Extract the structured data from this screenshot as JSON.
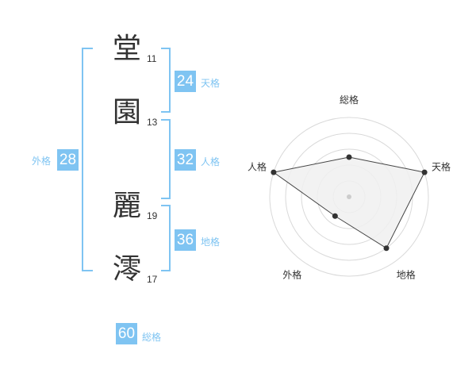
{
  "name": {
    "chars": [
      {
        "char": "堂",
        "strokes": "11"
      },
      {
        "char": "園",
        "strokes": "13"
      },
      {
        "char": "麗",
        "strokes": "19"
      },
      {
        "char": "澪",
        "strokes": "17"
      }
    ]
  },
  "fortune": {
    "tenkaku": {
      "value": "24",
      "label": "天格"
    },
    "jinkaku": {
      "value": "32",
      "label": "人格"
    },
    "chikaku": {
      "value": "36",
      "label": "地格"
    },
    "gaikaku": {
      "value": "28",
      "label": "外格"
    },
    "soukaku": {
      "value": "60",
      "label": "総格"
    }
  },
  "colors": {
    "accent": "#7fc4f2",
    "text": "#333333",
    "grid": "#d9d9d9",
    "area": "#f0f0f0"
  },
  "chart_data": {
    "type": "radar",
    "axes": [
      "総格",
      "天格",
      "地格",
      "外格",
      "人格"
    ],
    "values": [
      0.5,
      1.0,
      0.8,
      0.3,
      1.0
    ],
    "max": 1.0,
    "grid_rings": 5,
    "grid": true
  }
}
